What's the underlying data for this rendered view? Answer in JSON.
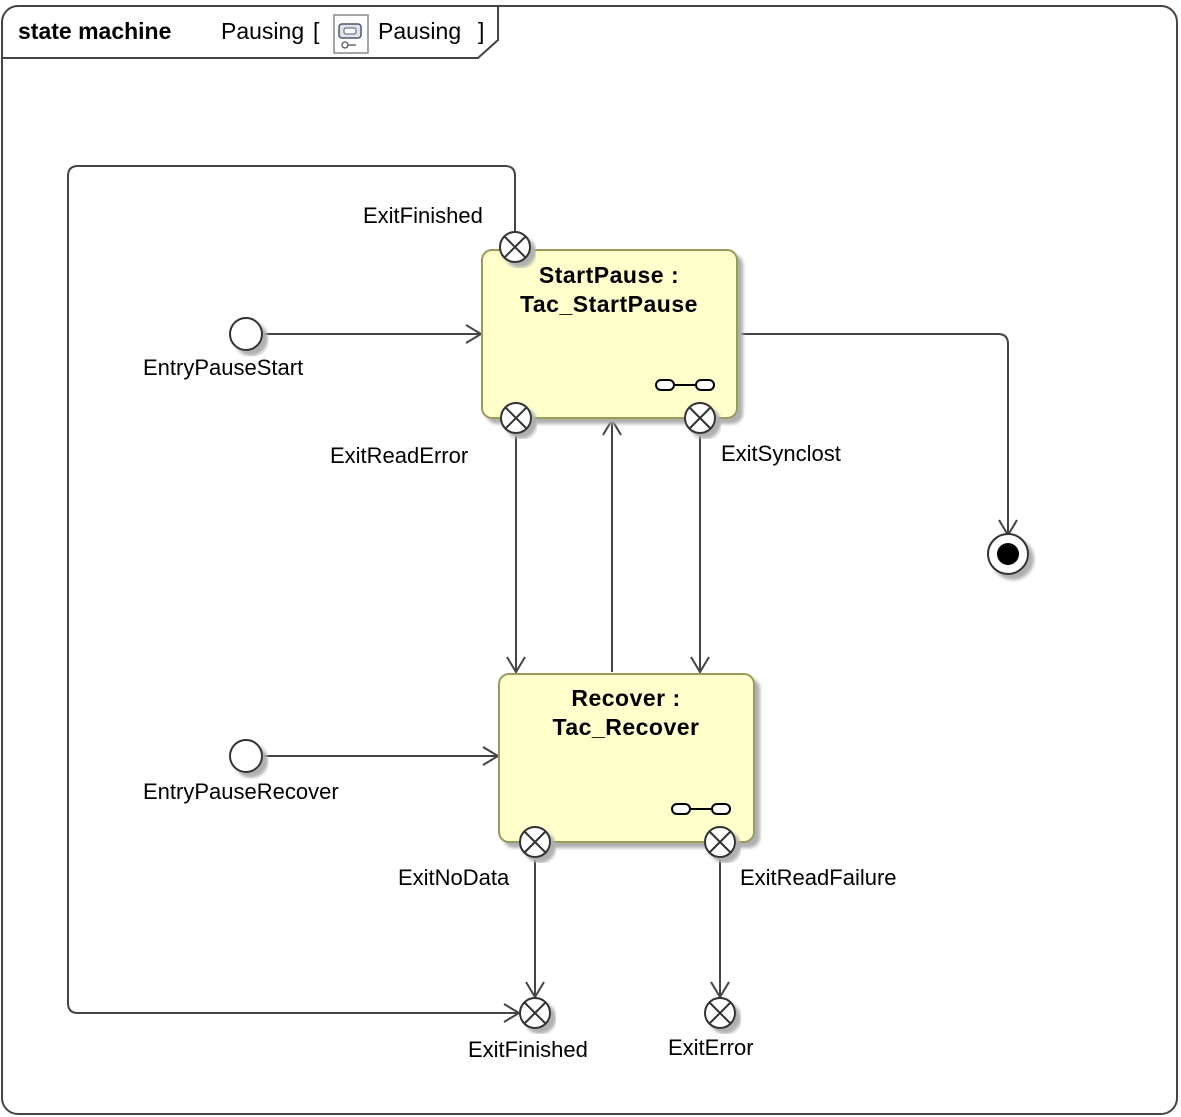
{
  "frame": {
    "keyword": "state machine",
    "name": "Pausing",
    "open_bracket": "[",
    "ref_name": "Pausing",
    "close_bracket": "]"
  },
  "states": {
    "start_pause": {
      "line1": "StartPause :",
      "line2": "Tac_StartPause"
    },
    "recover": {
      "line1": "Recover :",
      "line2": "Tac_Recover"
    }
  },
  "labels": {
    "exit_finished_top": "ExitFinished",
    "entry_pause_start": "EntryPauseStart",
    "exit_read_error": "ExitReadError",
    "exit_synclost": "ExitSynclost",
    "entry_pause_recover": "EntryPauseRecover",
    "exit_no_data": "ExitNoData",
    "exit_read_failure": "ExitReadFailure",
    "exit_finished_bottom": "ExitFinished",
    "exit_error": "ExitError"
  },
  "colors": {
    "state_fill": "#ffffcc",
    "state_stroke": "#9a9a5a",
    "line": "#444444",
    "shadow": "#c8c8c8"
  },
  "icons": {
    "frame_ref": "state-machine-ref-icon",
    "submachine": "submachine-link-icon",
    "exit_point": "exit-point-icon",
    "entry_point": "entry-point-icon",
    "final_state": "final-state-icon"
  }
}
